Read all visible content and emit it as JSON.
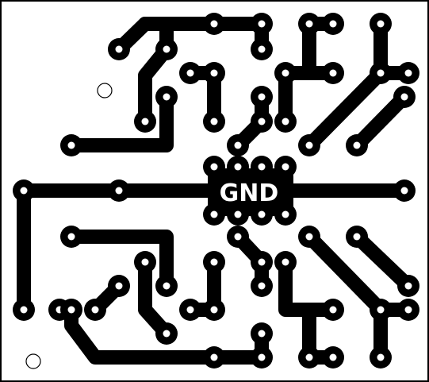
{
  "pcb": {
    "gnd_label": "GND",
    "colors": {
      "copper": "#000000",
      "substrate": "#ffffff",
      "drill": "#ffffff",
      "border": "#000000"
    },
    "mounting_holes": [
      "upper-left",
      "lower-left"
    ]
  }
}
